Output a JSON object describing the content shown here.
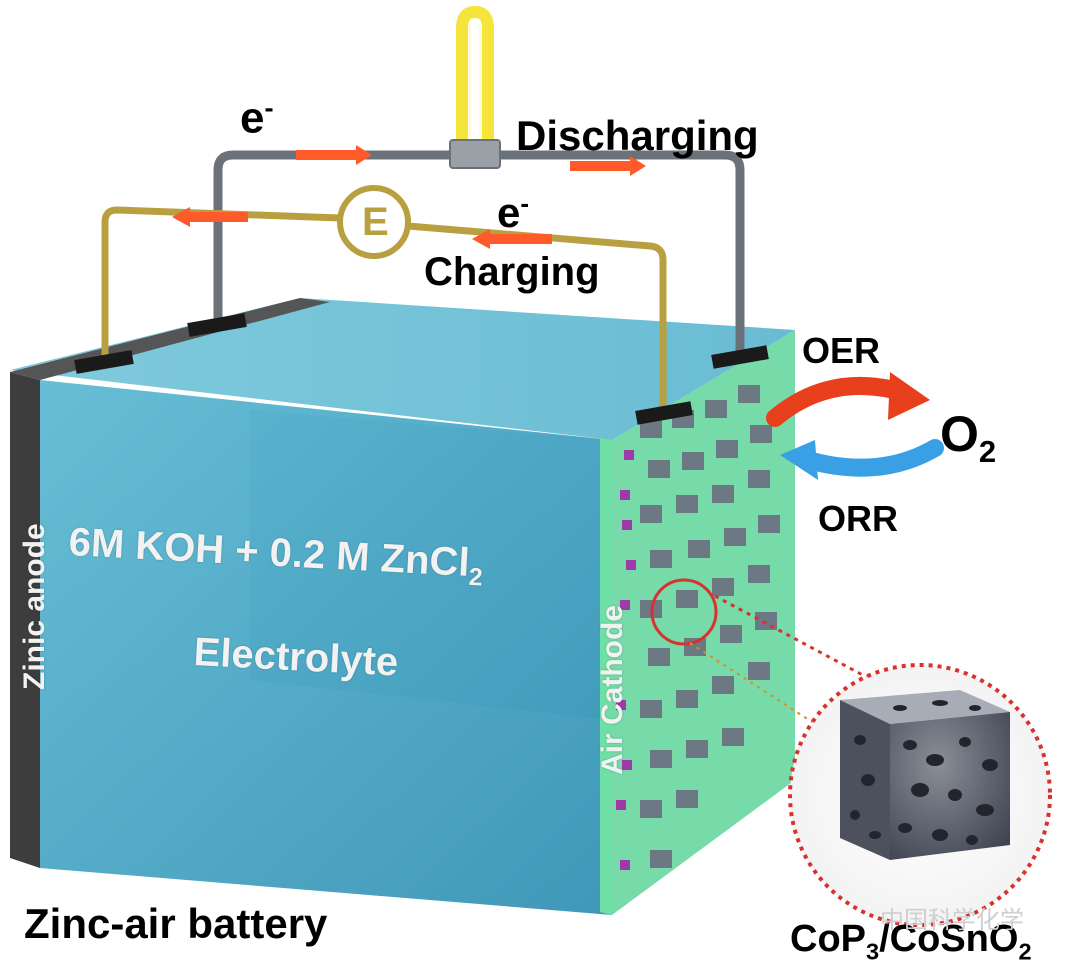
{
  "labels": {
    "electron_top": "e",
    "electron_top_sup": "-",
    "discharging": "Discharging",
    "source_symbol": "E",
    "electron_mid": "e",
    "electron_mid_sup": "-",
    "charging": "Charging",
    "oer": "OER",
    "o2_main": "O",
    "o2_sub": "2",
    "orr": "ORR",
    "zinc_anode": "Zinic anode",
    "electrolyte_formula": "6M KOH + 0.2 M ZnCl",
    "electrolyte_formula_sub": "2",
    "electrolyte": "Electrolyte",
    "air_cathode": "Air Cathode",
    "battery_caption": "Zinc-air battery",
    "catalyst_a": "CoP",
    "catalyst_sub1": "3",
    "catalyst_b": "/CoSnO",
    "catalyst_sub2": "2",
    "watermark": "中国科学化学"
  },
  "colors": {
    "electrolyte": "#3fa6c4",
    "anode": "#3d3d3d",
    "cathode": "#5fd39a",
    "discharge_wire": "#6b7178",
    "charge_wire": "#b8a040",
    "electron_arrow": "#ff5a2a",
    "oer_arrow": "#e8401c",
    "orr_arrow": "#3aa0e6",
    "zoom_circle": "#d8322f",
    "bulb": "#f5e53a"
  }
}
